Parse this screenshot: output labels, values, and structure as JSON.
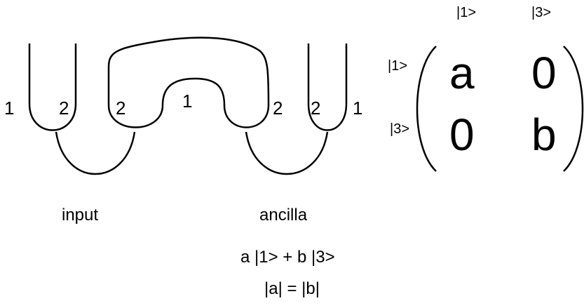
{
  "diagram": {
    "strand_labels": {
      "left_outer": "1",
      "left_inner": "2",
      "arch_left": "2",
      "arch_center": "1",
      "arch_right": "2",
      "right_inner": "2",
      "right_outer": "1"
    },
    "captions": {
      "input": "input",
      "ancilla": "ancilla"
    }
  },
  "matrix": {
    "col_headers": [
      "|1>",
      "|3>"
    ],
    "row_headers": [
      "|1>",
      "|3>"
    ],
    "entries": [
      [
        "a",
        "0"
      ],
      [
        "0",
        "b"
      ]
    ]
  },
  "equations": {
    "state": "a |1> + b |3>",
    "constraint": "|a| = |b|"
  }
}
